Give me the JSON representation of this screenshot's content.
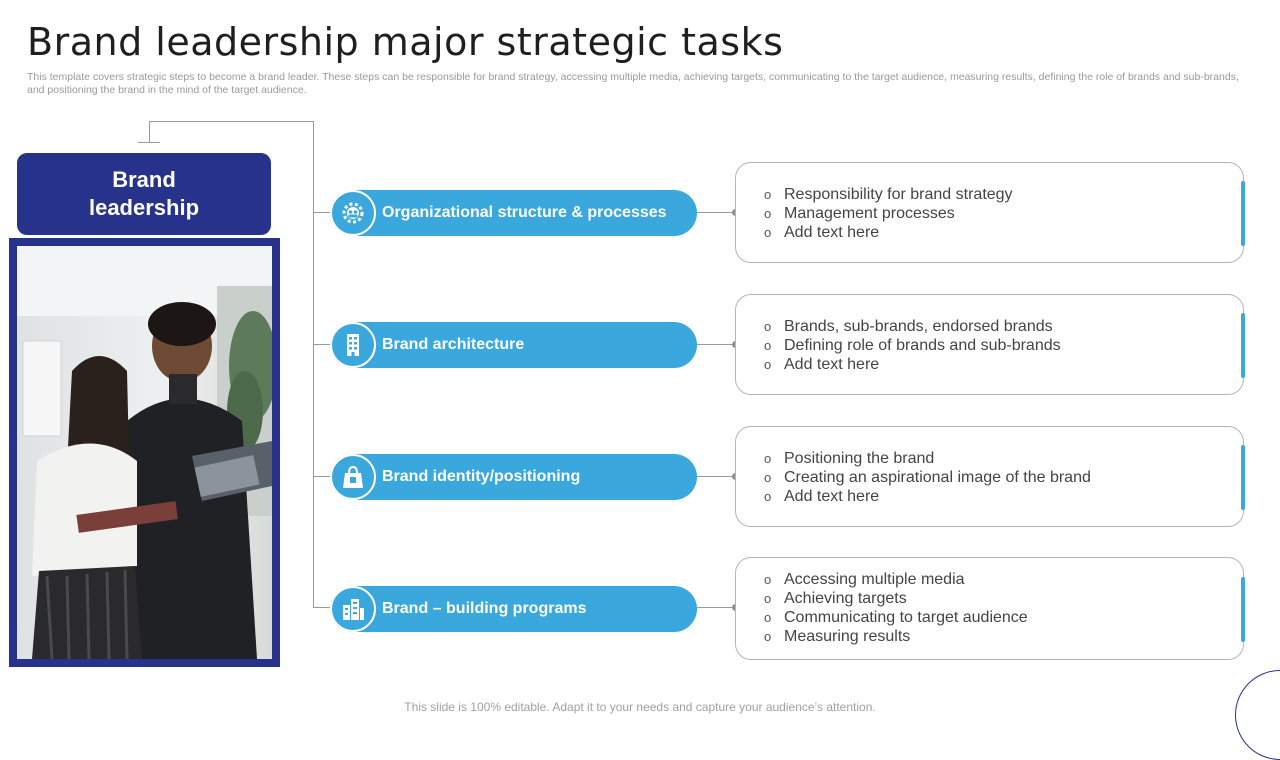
{
  "slide": {
    "title": "Brand leadership major strategic tasks",
    "subtitle": "This template covers strategic steps to become a brand leader. These steps can be responsible for brand strategy, accessing multiple media, achieving targets, communicating to the target audience, measuring results, defining the role of brands and sub-brands, and positioning the brand in the mind of the target audience.",
    "footer": "This slide is 100% editable. Adapt it to your needs and capture your audience’s attention."
  },
  "left": {
    "line1": "Brand",
    "line2": "leadership"
  },
  "colors": {
    "navy": "#27338a",
    "accent_blue": "#3aa8dc",
    "connector": "#9b9b9b"
  },
  "tasks": [
    {
      "label": "Organizational structure & processes",
      "icon": "gear-people-icon",
      "bullet": "o",
      "points": [
        "Responsibility for brand strategy",
        "Management processes",
        "Add text here"
      ]
    },
    {
      "label": "Brand architecture",
      "icon": "building-icon",
      "bullet": "o",
      "points": [
        "Brands, sub-brands, endorsed brands",
        "Defining role of brands and sub-brands",
        "Add text here"
      ]
    },
    {
      "label": "Brand identity/positioning",
      "icon": "shopping-bag-icon",
      "bullet": "o",
      "points": [
        "Positioning the brand",
        "Creating an aspirational image of the brand",
        "Add text here"
      ]
    },
    {
      "label": "Brand – building programs",
      "icon": "city-buildings-icon",
      "bullet": "o",
      "points": [
        "Accessing multiple media",
        "Achieving targets",
        "Communicating to target audience",
        "Measuring results"
      ]
    }
  ]
}
